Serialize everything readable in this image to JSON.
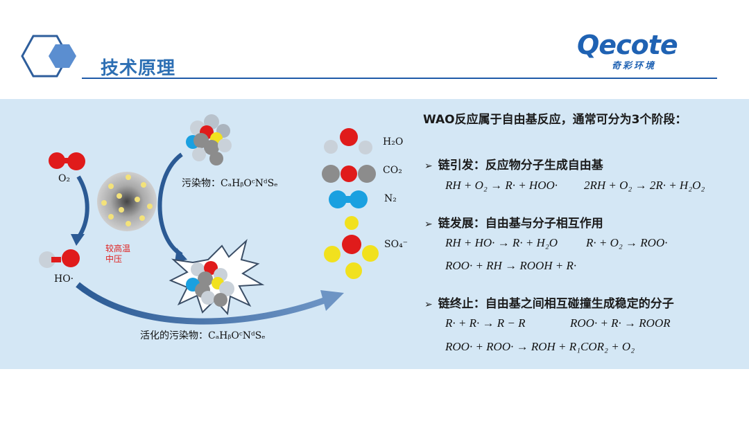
{
  "header": {
    "title": "技术原理"
  },
  "logo": {
    "brand": "Qecote",
    "subtitle": "奇彩环境"
  },
  "diagram": {
    "o2": "O₂",
    "ho": "HO·",
    "conditions_line1": "较高温",
    "conditions_line2": "中压",
    "pollutant_label": "污染物：",
    "pollutant_formula": "CₐHᵦOᶜNᵈSₑ",
    "activated_label": "活化的污染物：",
    "activated_formula": "CₐHᵦOᶜNᵈSₑ",
    "h2o": "H₂O",
    "co2": "CO₂",
    "n2": "N₂",
    "so4": "SO₄⁻"
  },
  "content": {
    "heading": "WAO反应属于自由基反应，通常可分为3个阶段：",
    "stages": [
      {
        "title": "链引发：反应物分子生成自由基",
        "eq1": "RH + O₂ → R· + HOO·",
        "eq2": "2RH + O₂ → 2R· + H₂O₂"
      },
      {
        "title": "链发展：自由基与分子相互作用",
        "eq1": "RH + HO· → R· + H₂O",
        "eq2": "R· + O₂ → ROO·",
        "eq3": "ROO· + RH → ROOH + R·"
      },
      {
        "title": "链终止：自由基之间相互碰撞生成稳定的分子",
        "eq1": "R· + R· → R − R",
        "eq2": "ROO· + R· → ROOR",
        "eq3": "ROO· + ROO· → ROH + R₁COR₂ + O₂"
      }
    ]
  },
  "colors": {
    "accent": "#1e5aa8",
    "panel": "#d4e7f5",
    "red": "#e0201f"
  }
}
